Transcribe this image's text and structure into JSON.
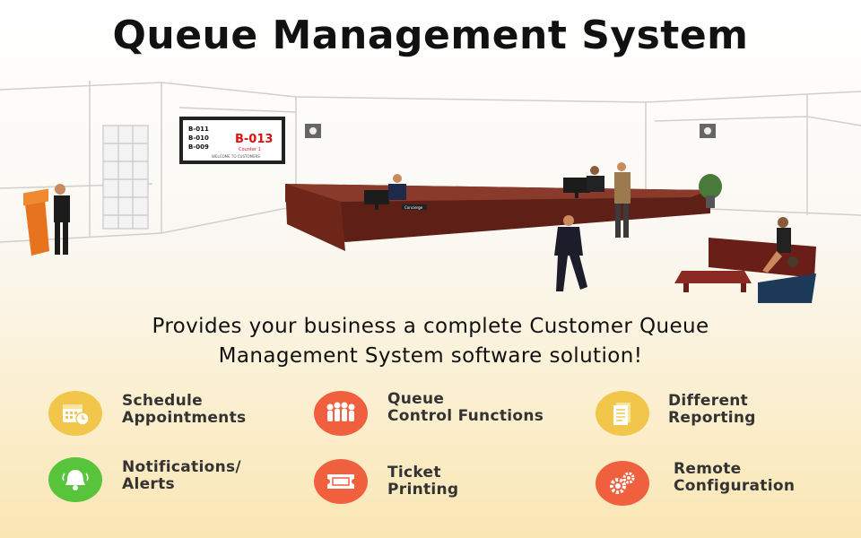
{
  "title": "Queue Management System",
  "tagline": {
    "line1": "Provides your business a complete Customer Queue",
    "line2": "Management System software solution!"
  },
  "display_board": {
    "tokens": [
      "B-011",
      "B-010",
      "B-009"
    ],
    "current_token": "B-013",
    "counter": "Counter 1",
    "footer": "WELCOME TO CUSTOMERS"
  },
  "desk_nameplate": "Concierge",
  "features": [
    {
      "id": "schedule",
      "icon": "calendar-clock-icon",
      "color": "#f2c64b",
      "lines": [
        "Schedule",
        "Appointments"
      ]
    },
    {
      "id": "queue",
      "icon": "people-queue-icon",
      "color": "#f1603e",
      "lines": [
        "Queue",
        "Control Functions"
      ]
    },
    {
      "id": "reporting",
      "icon": "report-document-icon",
      "color": "#f2c64b",
      "lines": [
        "Different",
        "Reporting"
      ]
    },
    {
      "id": "notifications",
      "icon": "bell-icon",
      "color": "#58c43b",
      "lines": [
        "Notifications/",
        "Alerts"
      ]
    },
    {
      "id": "ticket",
      "icon": "ticket-icon",
      "color": "#f1603e",
      "lines": [
        "Ticket",
        "Printing"
      ]
    },
    {
      "id": "remote",
      "icon": "gears-icon",
      "color": "#f1603e",
      "lines": [
        "Remote",
        "Configuration"
      ]
    }
  ],
  "colors": {
    "yellow": "#f2c64b",
    "orange": "#f1603e",
    "green": "#58c43b",
    "desk": "#7a2e22"
  }
}
